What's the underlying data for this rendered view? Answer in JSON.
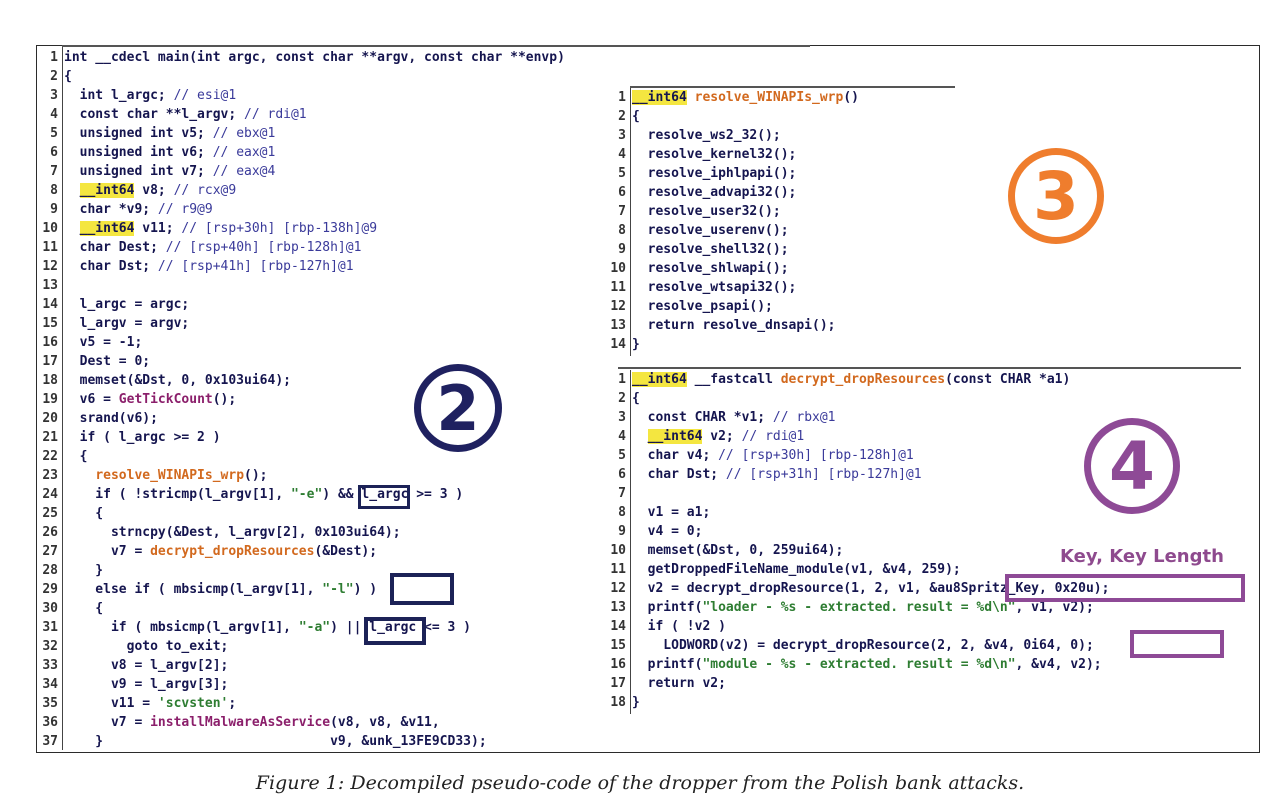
{
  "caption": "Figure 1: Decompiled pseudo-code of the dropper from the Polish bank attacks.",
  "markers": {
    "two": "2",
    "three": "3",
    "four": "4"
  },
  "key_label": "Key, Key Length",
  "colors": {
    "circle2": "#1f2160",
    "circle3": "#ef7d2d",
    "circle4": "#8e4a96",
    "box_dark": "#1c2257",
    "box_purple": "#8e4a96",
    "highlight": "#f4e640"
  },
  "main_code": [
    {
      "n": "1",
      "t": "int __cdecl main(int argc, const char **argv, const char **envp)"
    },
    {
      "n": "2",
      "t": "{"
    },
    {
      "n": "3",
      "t": "  int l_argc; // esi@1"
    },
    {
      "n": "4",
      "t": "  const char **l_argv; // rdi@1"
    },
    {
      "n": "5",
      "t": "  unsigned int v5; // ebx@1"
    },
    {
      "n": "6",
      "t": "  unsigned int v6; // eax@1"
    },
    {
      "n": "7",
      "t": "  unsigned int v7; // eax@4"
    },
    {
      "n": "8",
      "t": "  __int64 v8; // rcx@9"
    },
    {
      "n": "9",
      "t": "  char *v9; // r9@9"
    },
    {
      "n": "10",
      "t": "  __int64 v11; // [rsp+30h] [rbp-138h]@9"
    },
    {
      "n": "11",
      "t": "  char Dest; // [rsp+40h] [rbp-128h]@1"
    },
    {
      "n": "12",
      "t": "  char Dst; // [rsp+41h] [rbp-127h]@1"
    },
    {
      "n": "13",
      "t": ""
    },
    {
      "n": "14",
      "t": "  l_argc = argc;"
    },
    {
      "n": "15",
      "t": "  l_argv = argv;"
    },
    {
      "n": "16",
      "t": "  v5 = -1;"
    },
    {
      "n": "17",
      "t": "  Dest = 0;"
    },
    {
      "n": "18",
      "t": "  memset(&Dst, 0, 0x103ui64);"
    },
    {
      "n": "19",
      "t": "  v6 = GetTickCount();"
    },
    {
      "n": "20",
      "t": "  srand(v6);"
    },
    {
      "n": "21",
      "t": "  if ( l_argc >= 2 )"
    },
    {
      "n": "22",
      "t": "  {"
    },
    {
      "n": "23",
      "t": "    resolve_WINAPIs_wrp();"
    },
    {
      "n": "24",
      "t": "    if ( !stricmp(l_argv[1], \"-e\") && l_argc >= 3 )"
    },
    {
      "n": "25",
      "t": "    {"
    },
    {
      "n": "26",
      "t": "      strncpy(&Dest, l_argv[2], 0x103ui64);"
    },
    {
      "n": "27",
      "t": "      v7 = decrypt_dropResources(&Dest);"
    },
    {
      "n": "28",
      "t": "    }"
    },
    {
      "n": "29",
      "t": "    else if ( mbsicmp(l_argv[1], \"-l\") )"
    },
    {
      "n": "30",
      "t": "    {"
    },
    {
      "n": "31",
      "t": "      if ( mbsicmp(l_argv[1], \"-a\") || l_argc <= 3 )"
    },
    {
      "n": "32",
      "t": "        goto to_exit;"
    },
    {
      "n": "33",
      "t": "      v8 = l_argv[2];"
    },
    {
      "n": "34",
      "t": "      v9 = l_argv[3];"
    },
    {
      "n": "35",
      "t": "      v11 = 'scvsten';"
    },
    {
      "n": "36",
      "t": "      v7 = installMalwareAsService(v8, v8, &v11,"
    },
    {
      "n": "37",
      "t": "    }                             v9, &unk_13FE9CD33);"
    }
  ],
  "resolve_code": [
    {
      "n": "1",
      "t": "__int64 resolve_WINAPIs_wrp()"
    },
    {
      "n": "2",
      "t": "{"
    },
    {
      "n": "3",
      "t": "  resolve_ws2_32();"
    },
    {
      "n": "4",
      "t": "  resolve_kernel32();"
    },
    {
      "n": "5",
      "t": "  resolve_iphlpapi();"
    },
    {
      "n": "6",
      "t": "  resolve_advapi32();"
    },
    {
      "n": "7",
      "t": "  resolve_user32();"
    },
    {
      "n": "8",
      "t": "  resolve_userenv();"
    },
    {
      "n": "9",
      "t": "  resolve_shell32();"
    },
    {
      "n": "10",
      "t": "  resolve_shlwapi();"
    },
    {
      "n": "11",
      "t": "  resolve_wtsapi32();"
    },
    {
      "n": "12",
      "t": "  resolve_psapi();"
    },
    {
      "n": "13",
      "t": "  return resolve_dnsapi();"
    },
    {
      "n": "14",
      "t": "}"
    }
  ],
  "decrypt_code": [
    {
      "n": "1",
      "t": "__int64 __fastcall decrypt_dropResources(const CHAR *a1)"
    },
    {
      "n": "2",
      "t": "{"
    },
    {
      "n": "3",
      "t": "  const CHAR *v1; // rbx@1"
    },
    {
      "n": "4",
      "t": "  __int64 v2; // rdi@1"
    },
    {
      "n": "5",
      "t": "  char v4; // [rsp+30h] [rbp-128h]@1"
    },
    {
      "n": "6",
      "t": "  char Dst; // [rsp+31h] [rbp-127h]@1"
    },
    {
      "n": "7",
      "t": ""
    },
    {
      "n": "8",
      "t": "  v1 = a1;"
    },
    {
      "n": "9",
      "t": "  v4 = 0;"
    },
    {
      "n": "10",
      "t": "  memset(&Dst, 0, 259ui64);"
    },
    {
      "n": "11",
      "t": "  getDroppedFileName_module(v1, &v4, 259);"
    },
    {
      "n": "12",
      "t": "  v2 = decrypt_dropResource(1, 2, v1, &au8Spritz_Key, 0x20u);"
    },
    {
      "n": "13",
      "t": "  printf(\"loader - %s - extracted. result = %d\\n\", v1, v2);"
    },
    {
      "n": "14",
      "t": "  if ( !v2 )"
    },
    {
      "n": "15",
      "t": "    LODWORD(v2) = decrypt_dropResource(2, 2, &v4, 0i64, 0);"
    },
    {
      "n": "16",
      "t": "  printf(\"module - %s - extracted. result = %d\\n\", &v4, v2);"
    },
    {
      "n": "17",
      "t": "  return v2;"
    },
    {
      "n": "18",
      "t": "}"
    }
  ]
}
